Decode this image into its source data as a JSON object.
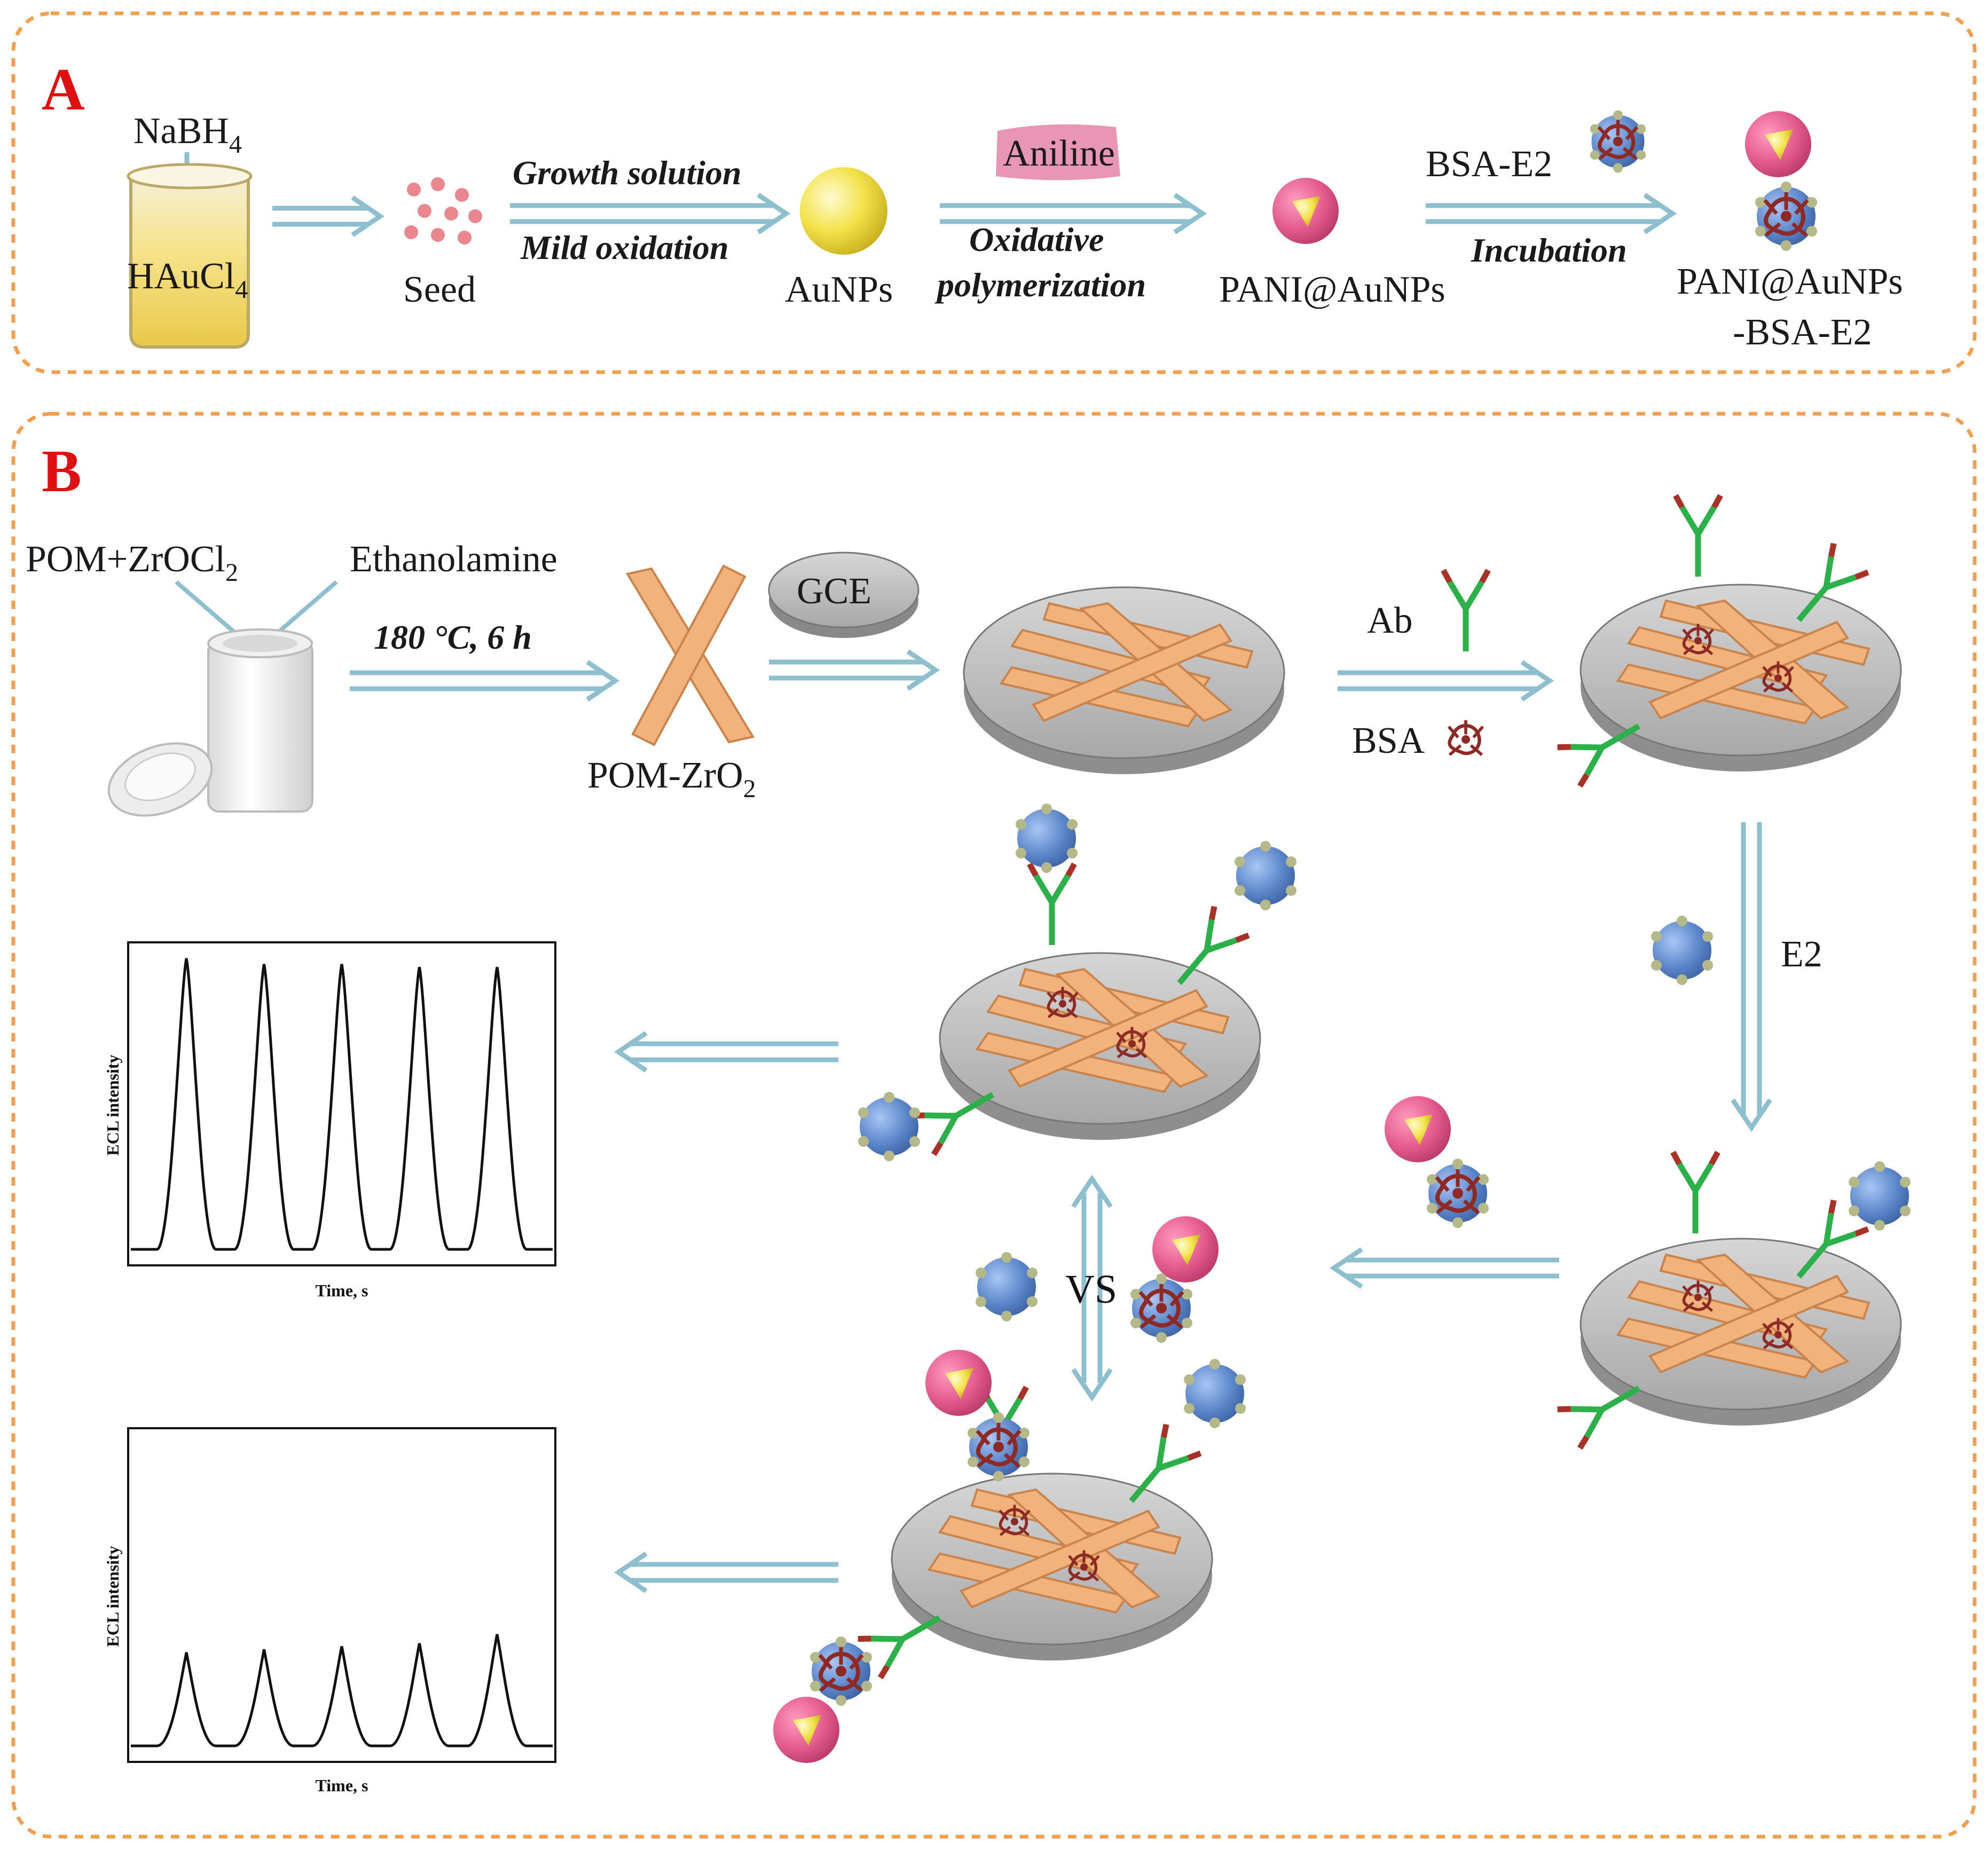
{
  "panels": {
    "a_letter": "A",
    "b_letter": "B"
  },
  "panel_a": {
    "nabh4": "NaBH",
    "nabh4_sub": "4",
    "haucl4": "HAuCl",
    "haucl4_sub": "4",
    "seed": "Seed",
    "growth": "Growth solution",
    "mild": "Mild oxidation",
    "aunps": "AuNPs",
    "aniline": "Aniline",
    "oxidative": "Oxidative",
    "polymerization": "polymerization",
    "pani_aunps": "PANI@AuNPs",
    "bsa_e2": "BSA-E2",
    "incubation": "Incubation",
    "product_line1": "PANI@AuNPs",
    "product_line2": "-BSA-E2"
  },
  "panel_b": {
    "pom_zr": "POM+ZrOCl",
    "pom_zr_sub": "2",
    "ethanolamine": "Ethanolamine",
    "condition": "180 °C, 6 h",
    "gce": "GCE",
    "pom_zro2": "POM-ZrO",
    "pom_zro2_sub": "2",
    "ab": "Ab",
    "bsa": "BSA",
    "e2": "E2",
    "vs": "VS"
  },
  "plot_top": {
    "ylabel": "ECL intensity",
    "xlabel": "Time, s",
    "peaks": [
      1.0,
      0.98,
      0.98,
      0.97,
      0.97
    ]
  },
  "plot_bottom": {
    "ylabel": "ECL intensity",
    "xlabel": "Time, s",
    "peaks": [
      0.31,
      0.32,
      0.33,
      0.34,
      0.37
    ]
  },
  "colors": {
    "panel_border": "#f0a050",
    "arrow": "#8dbfcf",
    "panel_letter": "#e01010",
    "gold": "#f3e24a",
    "pani": "#e2588a",
    "antibody_green": "#2bb04a",
    "antibody_tip": "#a83228",
    "e2_blue": "#5b86c9",
    "nanorod": "#f2b27c",
    "electrode": "#b5b5b5"
  }
}
